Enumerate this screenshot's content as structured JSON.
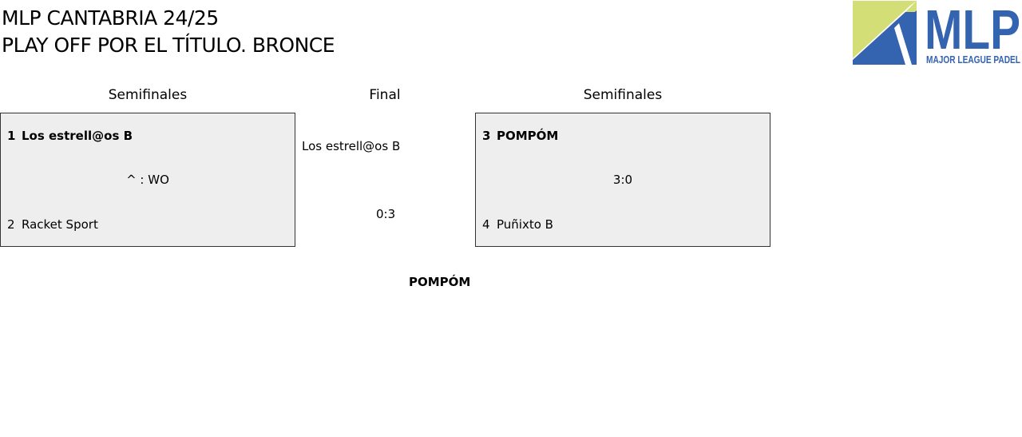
{
  "header": {
    "title_line1": "MLP CANTABRIA 24/25",
    "title_line2": "PLAY OFF POR EL TÍTULO. BRONCE"
  },
  "logo": {
    "text_main": "MLP",
    "text_sub": "MAJOR LEAGUE PADEL",
    "colors": {
      "blue": "#3463b0",
      "green": "#d3de76"
    }
  },
  "columns": {
    "left": "Semifinales",
    "center": "Final",
    "right": "Semifinales"
  },
  "semifinal_left": {
    "team1": {
      "seed": "1",
      "name": "Los estrell@os B"
    },
    "score": "^ : WO",
    "team2": {
      "seed": "2",
      "name": "Racket Sport"
    }
  },
  "final": {
    "team": "Los estrell@os B",
    "score": "0:3",
    "winner": "POMPÓM"
  },
  "semifinal_right": {
    "team1": {
      "seed": "3",
      "name": "POMPÓM"
    },
    "score": "3:0",
    "team2": {
      "seed": "4",
      "name": "Puñixto B"
    }
  },
  "colors": {
    "box_bg": "#eeeeee",
    "box_border": "#333333"
  }
}
